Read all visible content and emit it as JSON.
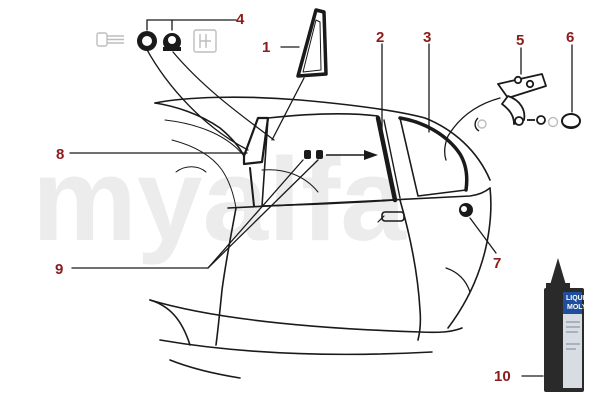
{
  "watermark": {
    "text": "myalfa",
    "color": "#ececec"
  },
  "colors": {
    "callout_text": "#8c1c1c",
    "line": "#1a1a1a",
    "seal": "#1a1a1a",
    "tube_body": "#2a2a2a",
    "tube_label": "#d8dde3",
    "brand_band": "#1f4f9c"
  },
  "callouts": [
    {
      "id": "1",
      "label": "1",
      "part": "quarter-vent-window-seal"
    },
    {
      "id": "2",
      "label": "2",
      "part": "door-window-frame-seal"
    },
    {
      "id": "3",
      "label": "3",
      "part": "rear-quarter-window-seal"
    },
    {
      "id": "4",
      "label": "4",
      "part": "fastener-clips"
    },
    {
      "id": "5",
      "label": "5",
      "part": "window-hinge-bracket"
    },
    {
      "id": "6",
      "label": "6",
      "part": "rubber-cap"
    },
    {
      "id": "7",
      "label": "7",
      "part": "drain-grommet"
    },
    {
      "id": "8",
      "label": "8",
      "part": "vent-pillar-seal"
    },
    {
      "id": "9",
      "label": "9",
      "part": "door-clips"
    },
    {
      "id": "10",
      "label": "10",
      "part": "sealant-tube"
    }
  ],
  "product": {
    "brand_line1": "LIQUI",
    "brand_line2": "MOLY"
  }
}
